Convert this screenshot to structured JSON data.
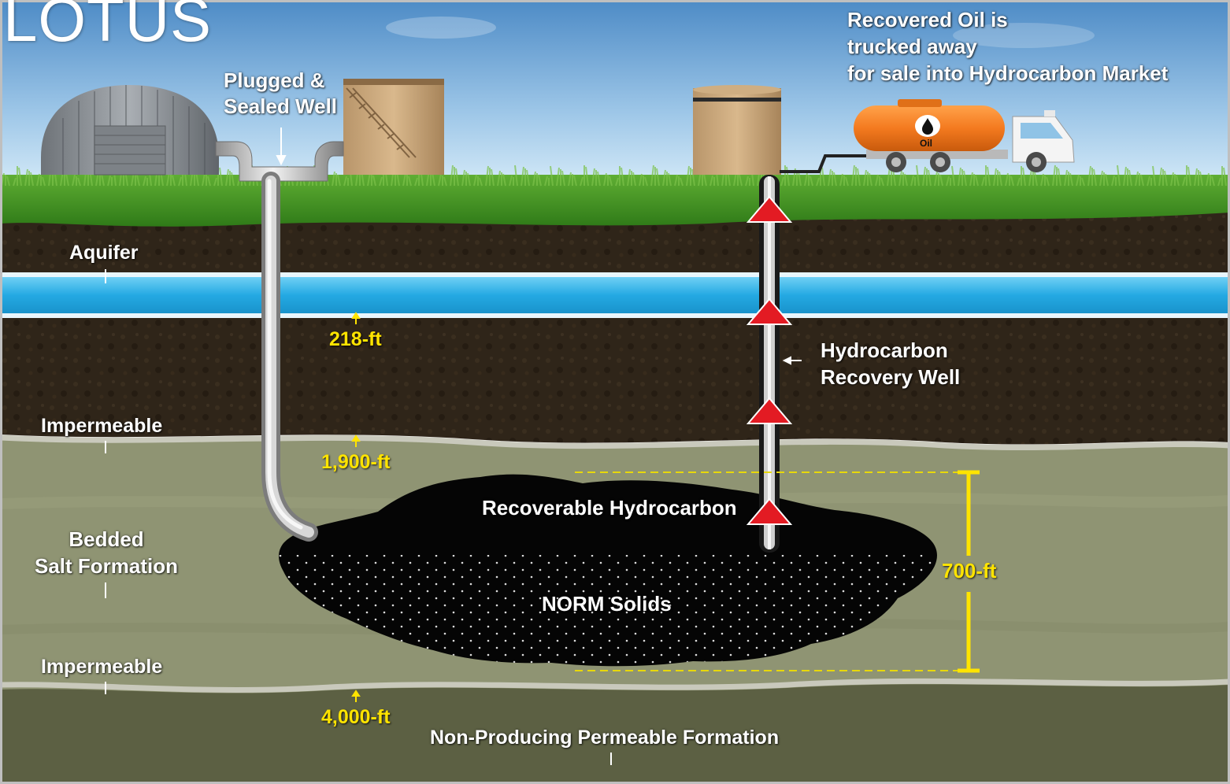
{
  "logo": {
    "text": "LOTUS"
  },
  "labels": {
    "recovered_oil": "Recovered Oil is\ntrucked away\nfor sale into Hydrocarbon Market",
    "plugged_well": "Plugged &\nSealed Well",
    "aquifer": "Aquifer",
    "impermeable_upper": "Impermeable",
    "bedded_salt": "Bedded\nSalt Formation",
    "impermeable_lower": "Impermeable",
    "recovery_well": "Hydrocarbon\nRecovery Well",
    "recoverable_hydrocarbon": "Recoverable Hydrocarbon",
    "norm_solids": "NORM Solids",
    "non_producing": "Non-Producing Permeable Formation",
    "truck_tank": "Oil"
  },
  "depths": {
    "aquifer_base": "218-ft",
    "salt_top": "1,900-ft",
    "salt_base": "4,000-ft",
    "cavern_height": "700-ft"
  },
  "colors": {
    "sky_top": "#4f8fc9",
    "sky_bottom": "#cfe6f7",
    "grass": "#3d8f22",
    "soil": "#2e2418",
    "aquifer": "#2aaee6",
    "salt": "#8e9372",
    "base_formation": "#5e6244",
    "hydrocarbon": "#050505",
    "arrow_red": "#e31b23",
    "measure_yellow": "#ffe400",
    "truck_tank": "#f47a1f"
  },
  "icons": {
    "building": "quonset-hut-icon",
    "tank": "storage-tank-icon",
    "truck": "tanker-truck-icon",
    "arrow": "red-up-triangle-icon"
  }
}
